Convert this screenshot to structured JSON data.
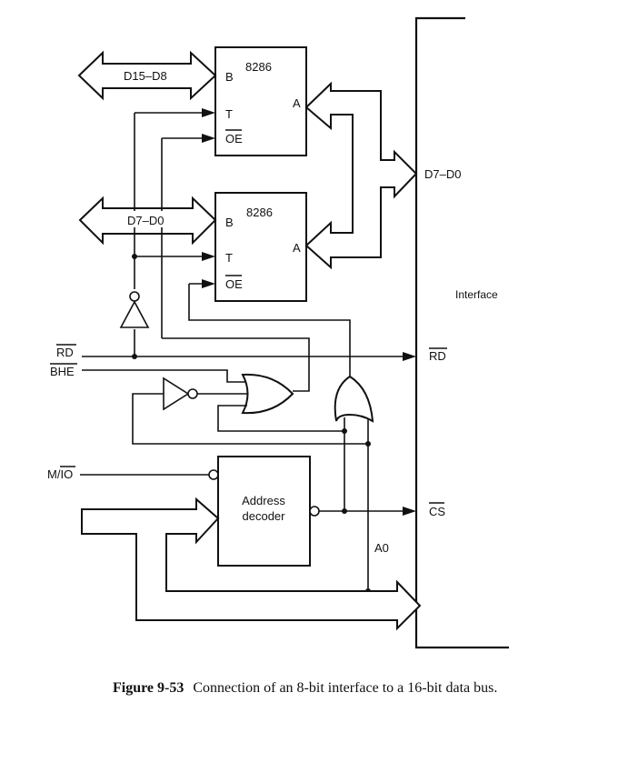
{
  "figure": {
    "caption_number": "Figure 9-53",
    "caption_text": "Connection of an 8-bit  interface to a 16-bit data  bus."
  },
  "components": {
    "transceiver_upper": {
      "name": "8286",
      "pin_b": "B",
      "pin_a": "A",
      "pin_t": "T",
      "pin_oe": "OE"
    },
    "transceiver_lower": {
      "name": "8286",
      "pin_b": "B",
      "pin_a": "A",
      "pin_t": "T",
      "pin_oe": "OE"
    },
    "address_decoder": {
      "line1": "Address",
      "line2": "decoder"
    },
    "interface": {
      "label": "Interface"
    }
  },
  "buses": {
    "upper_data": "D15–D8",
    "lower_data": "D7–D0",
    "interface_data": "D7–D0"
  },
  "signals": {
    "rd_input": "RD",
    "bhe_input": "BHE",
    "mio_input": "M/IO",
    "mio_prefix": "M/",
    "mio_bar": "IO",
    "rd_output": "RD",
    "cs_output": "CS",
    "a0": "A0"
  }
}
